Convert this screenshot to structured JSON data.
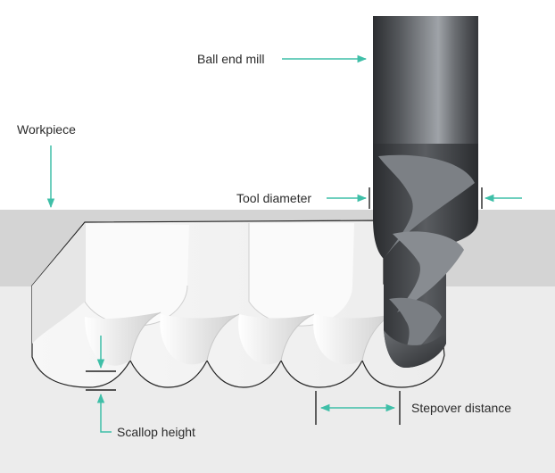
{
  "labels": {
    "ball_end_mill": "Ball end mill",
    "workpiece": "Workpiece",
    "tool_diameter": "Tool diameter",
    "scallop_height": "Scallop height",
    "stepover_distance": "Stepover distance"
  },
  "colors": {
    "accent_arrow": "#3fbfa8",
    "band_top": "#d4d4d4",
    "band_bottom": "#ececec",
    "tool_dark": "#3a3c3f",
    "outline": "#222222"
  },
  "icons": [
    "arrow-right-icon",
    "arrow-left-icon",
    "arrow-down-icon",
    "arrow-up-icon",
    "double-arrow-icon"
  ]
}
